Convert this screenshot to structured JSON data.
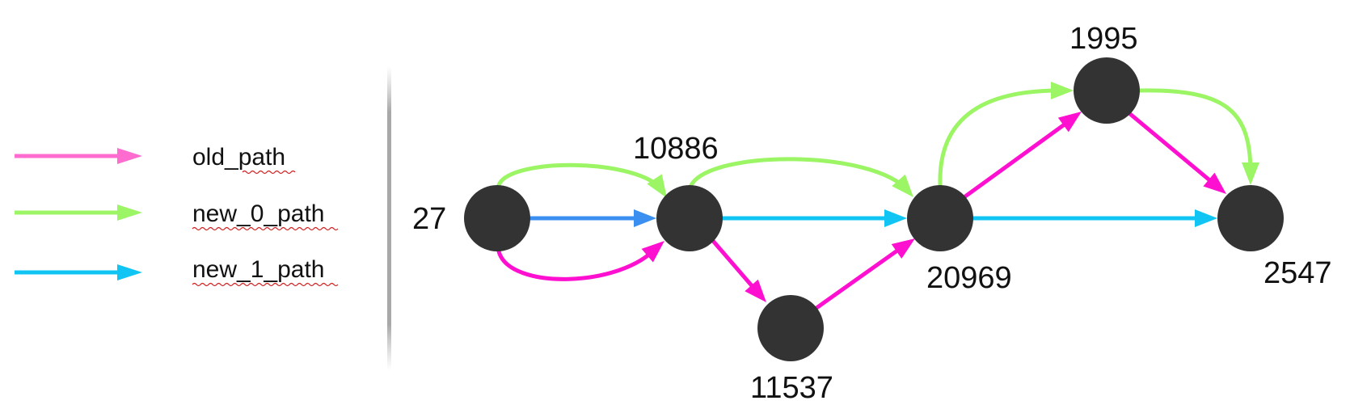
{
  "legend": {
    "items": [
      {
        "label": "old_path",
        "color": "#ff6ccf"
      },
      {
        "label": "new_0_path",
        "color": "#9cf564"
      },
      {
        "label": "new_1_path",
        "color": "#10c4f4"
      }
    ]
  },
  "graph": {
    "nodes": [
      {
        "id": "n27",
        "label": "27"
      },
      {
        "id": "n10886",
        "label": "10886"
      },
      {
        "id": "n11537",
        "label": "11537"
      },
      {
        "id": "n20969",
        "label": "20969"
      },
      {
        "id": "n1995",
        "label": "1995"
      },
      {
        "id": "n2547",
        "label": "2547"
      }
    ],
    "edges": [
      {
        "from": "n27",
        "to": "n10886",
        "path": "new_0_path",
        "color": "#9cf564"
      },
      {
        "from": "n27",
        "to": "n10886",
        "path": "new_1_path",
        "color": "#3a8ff0"
      },
      {
        "from": "n27",
        "to": "n10886",
        "path": "old_path",
        "color": "#ff0fcf"
      },
      {
        "from": "n10886",
        "to": "n20969",
        "path": "new_0_path",
        "color": "#9cf564"
      },
      {
        "from": "n10886",
        "to": "n20969",
        "path": "new_1_path",
        "color": "#10c4f4"
      },
      {
        "from": "n10886",
        "to": "n11537",
        "path": "old_path",
        "color": "#ff0fcf"
      },
      {
        "from": "n11537",
        "to": "n20969",
        "path": "old_path",
        "color": "#ff0fcf"
      },
      {
        "from": "n20969",
        "to": "n1995",
        "path": "new_0_path",
        "color": "#9cf564"
      },
      {
        "from": "n20969",
        "to": "n1995",
        "path": "old_path",
        "color": "#ff0fcf"
      },
      {
        "from": "n20969",
        "to": "n2547",
        "path": "new_1_path",
        "color": "#10c4f4"
      },
      {
        "from": "n1995",
        "to": "n2547",
        "path": "new_0_path",
        "color": "#9cf564"
      },
      {
        "from": "n1995",
        "to": "n2547",
        "path": "old_path",
        "color": "#ff0fcf"
      }
    ]
  }
}
